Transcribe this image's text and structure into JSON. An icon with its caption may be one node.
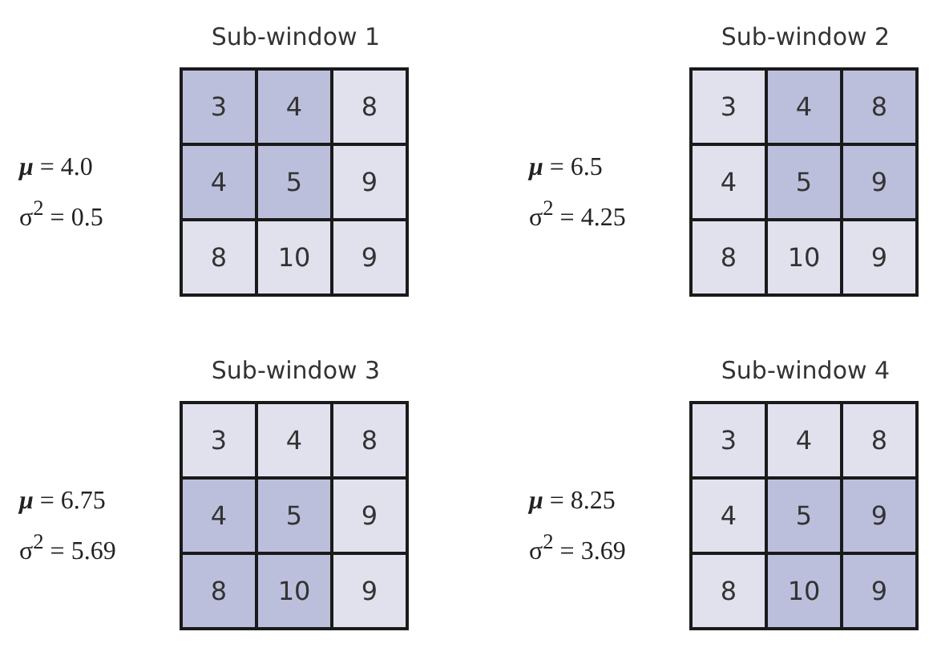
{
  "diagram": {
    "nodes": [
      {
        "text": [
          "Sub-window 1"
        ],
        "beside": [
          "*μ* = 4.0",
          "σ$^{2}$ = 0.5"
        ]
      },
      {
        "text": [
          "3"
        ],
        "in": 0
      },
      {
        "text": [
          "4"
        ],
        "in": 0
      },
      {
        "text": [
          "8"
        ],
        "in": 0
      },
      {
        "text": [
          "4"
        ],
        "in": 0
      },
      {
        "text": [
          "5"
        ],
        "in": 0
      },
      {
        "text": [
          "9"
        ],
        "in": 0
      },
      {
        "text": [
          "8"
        ],
        "in": 0
      },
      {
        "text": [
          "10"
        ],
        "in": 0
      },
      {
        "text": [
          "9"
        ],
        "in": 0
      },
      {
        "text": [
          "Sub-window 2"
        ],
        "beside": [
          "*μ* = 6.5",
          "σ$^{2}$ = 4.25"
        ]
      },
      {
        "text": [
          "3"
        ],
        "in": 10
      },
      {
        "text": [
          "4"
        ],
        "in": 10
      },
      {
        "text": [
          "8"
        ],
        "in": 10
      },
      {
        "text": [
          "4"
        ],
        "in": 10
      },
      {
        "text": [
          "5"
        ],
        "in": 10
      },
      {
        "text": [
          "9"
        ],
        "in": 10
      },
      {
        "text": [
          "8"
        ],
        "in": 10
      },
      {
        "text": [
          "10"
        ],
        "in": 10
      },
      {
        "text": [
          "9"
        ],
        "in": 10
      },
      {
        "text": [
          "Sub-window 3"
        ],
        "beside": [
          "*μ* = 6.75",
          "σ$^{2}$ = 5.69"
        ]
      },
      {
        "text": [
          "3"
        ],
        "in": 20
      },
      {
        "text": [
          "4"
        ],
        "in": 20
      },
      {
        "text": [
          "8"
        ],
        "in": 20
      },
      {
        "text": [
          "4"
        ],
        "in": 20
      },
      {
        "text": [
          "5"
        ],
        "in": 20
      },
      {
        "text": [
          "9"
        ],
        "in": 20
      },
      {
        "text": [
          "8"
        ],
        "in": 20
      },
      {
        "text": [
          "10"
        ],
        "in": 20
      },
      {
        "text": [
          "9"
        ],
        "in": 20
      },
      {
        "text": [
          "Sub-window 4"
        ],
        "beside": [
          "*μ* = 8.25",
          "σ$^{2}$ = 3.69"
        ]
      },
      {
        "text": [
          "3"
        ],
        "in": 30
      },
      {
        "text": [
          "4"
        ],
        "in": 30
      },
      {
        "text": [
          "8"
        ],
        "in": 30
      },
      {
        "text": [
          "4"
        ],
        "in": 30
      },
      {
        "text": [
          "5"
        ],
        "in": 30
      },
      {
        "text": [
          "9"
        ],
        "in": 30
      },
      {
        "text": [
          "8"
        ],
        "in": 30
      },
      {
        "text": [
          "10"
        ],
        "in": 30
      },
      {
        "text": [
          "9"
        ],
        "in": 30
      }
    ]
  }
}
